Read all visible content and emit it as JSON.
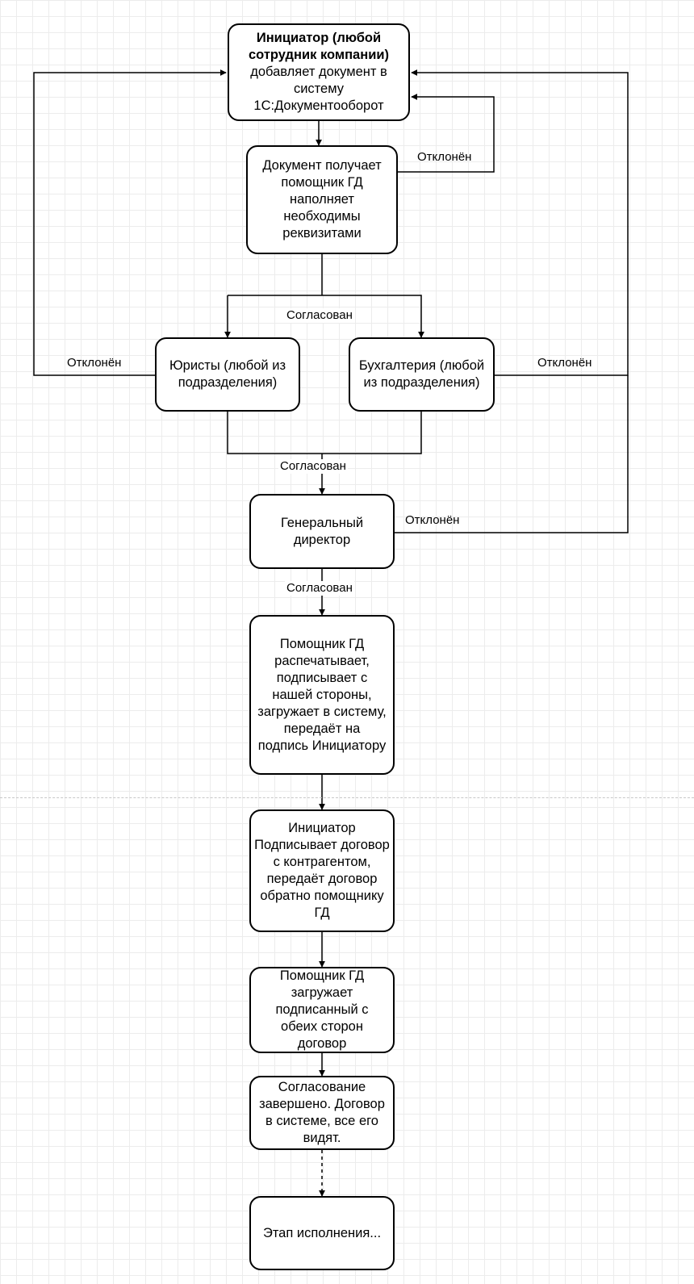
{
  "diagram": {
    "nodes": {
      "initiator": {
        "title": "Инициатор (любой сотрудник компании)",
        "text": "добавляет документ в систему 1С:Документооборот"
      },
      "assistant_fill": "Документ получает помощник ГД наполняет необходимы реквизитами",
      "lawyers": "Юристы (любой из подразделения)",
      "accounting": "Бухгалтерия (любой из подразделения)",
      "ceo": "Генеральный директор",
      "assistant_print": "Помощник ГД распечатывает, подписывает с нашей стороны, загружает в систему, передаёт на подпись Инициатору",
      "initiator_sign": "Инициатор Подписывает договор с контрагентом, передаёт договор обратно помощнику ГД",
      "assistant_upload": "Помощник ГД загружает подписанный с обеих сторон договор",
      "approval_done": "Согласование завершено. Договор в системе, все его видят.",
      "execution": "Этап исполнения..."
    },
    "labels": {
      "rejected_assistant": "Отклонён",
      "approved_split": "Согласован",
      "rejected_lawyers": "Отклонён",
      "rejected_accounting": "Отклонён",
      "approved_merge": "Согласован",
      "rejected_ceo": "Отклонён",
      "approved_ceo": "Согласован"
    }
  }
}
